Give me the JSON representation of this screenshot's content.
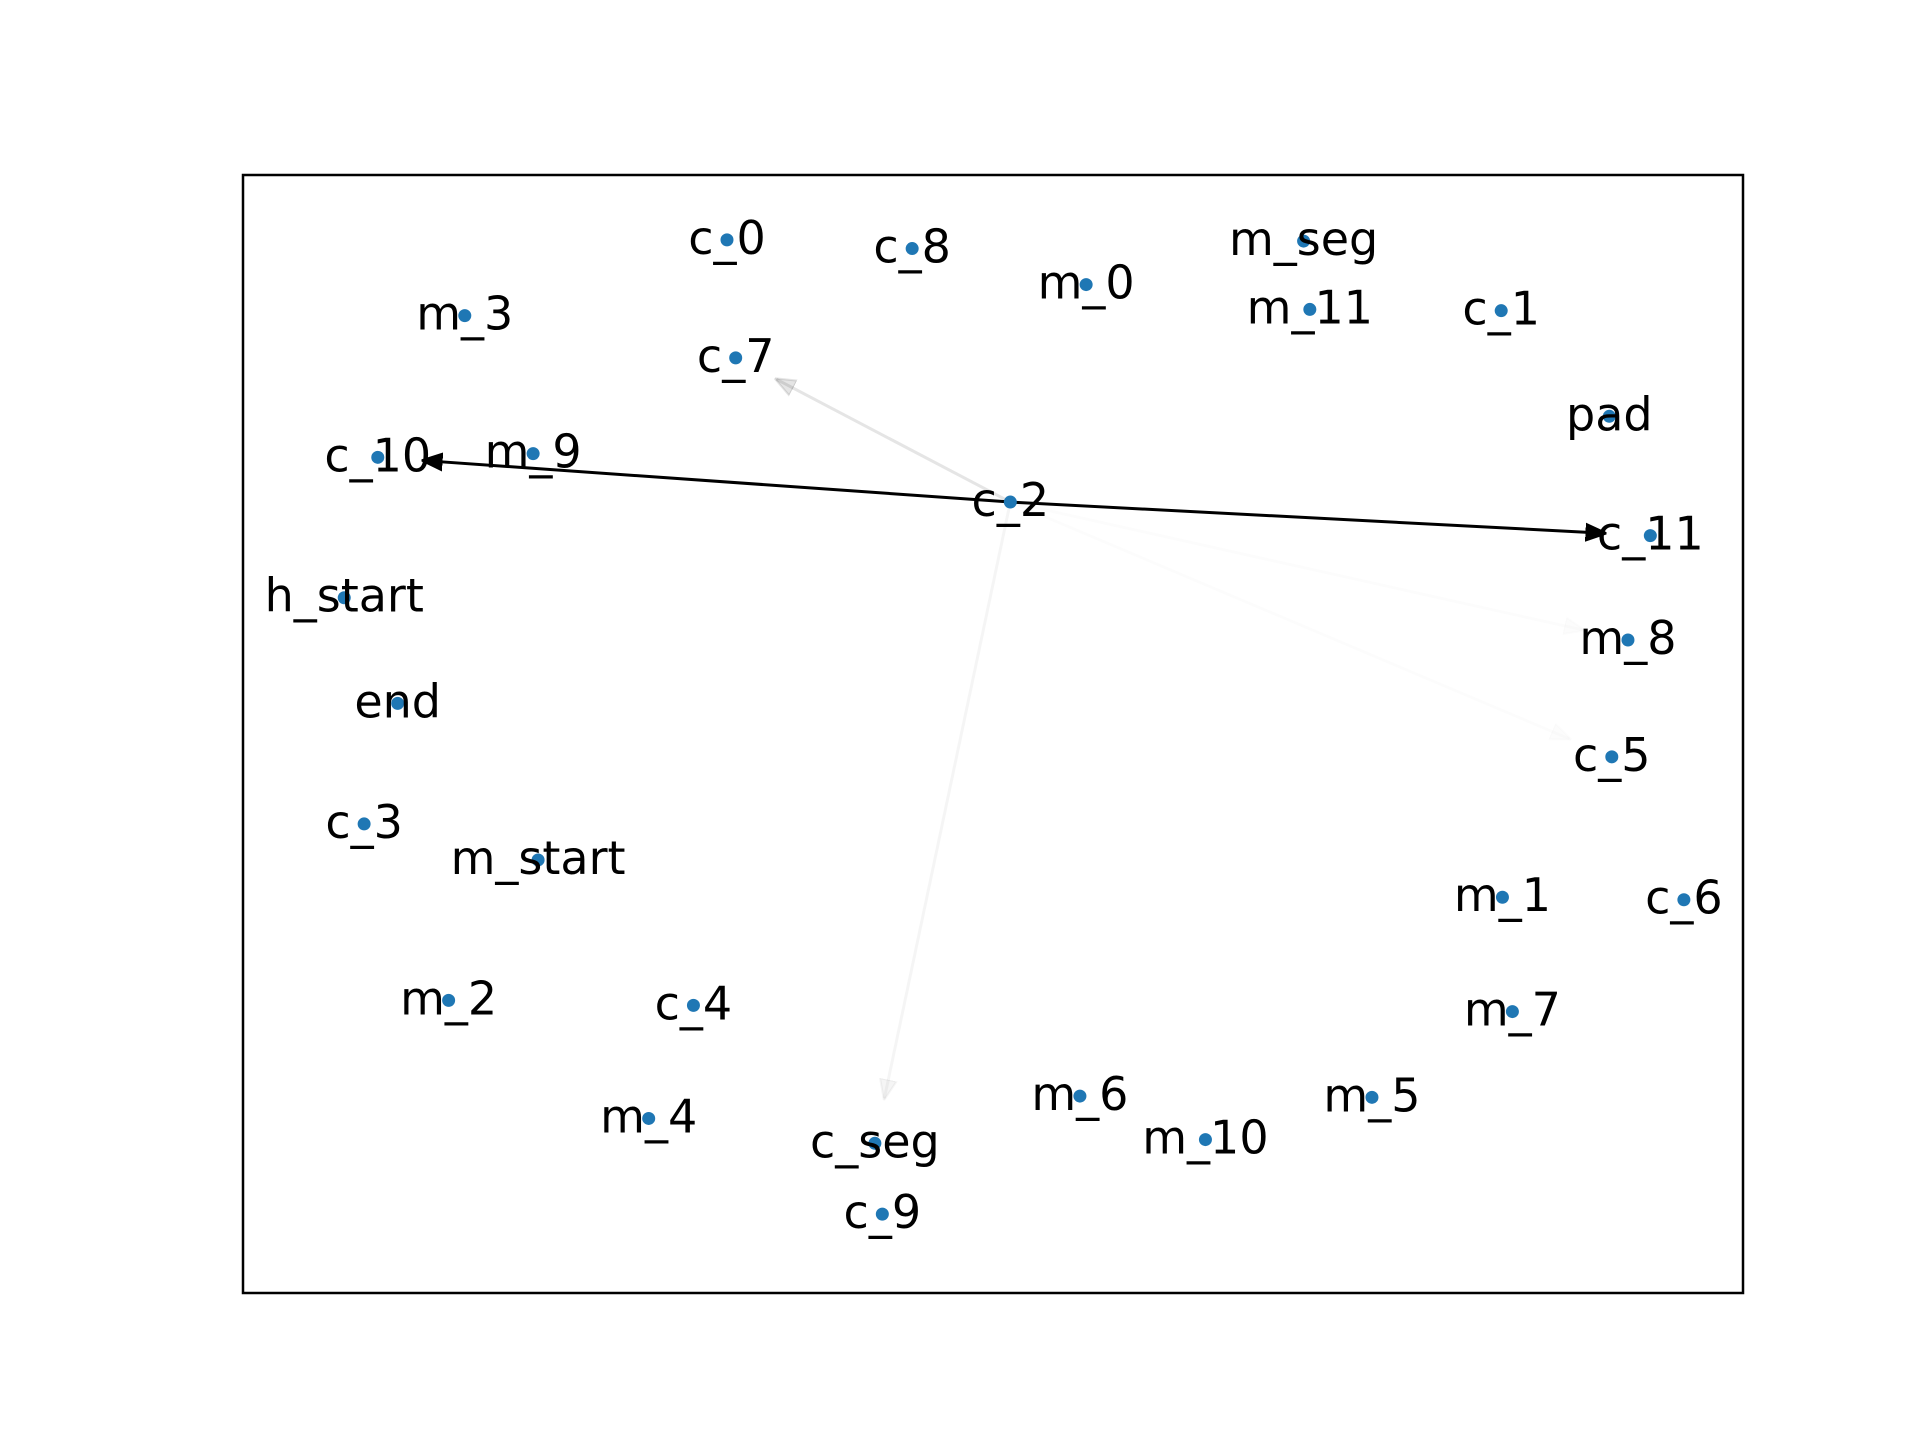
{
  "colors": {
    "node": "#1f77b4",
    "edge_strong": "#000000",
    "frame": "#000000",
    "background": "#ffffff"
  },
  "nodes": [
    {
      "id": "c_0",
      "label": "c_0"
    },
    {
      "id": "c_8",
      "label": "c_8"
    },
    {
      "id": "m_0",
      "label": "m_0"
    },
    {
      "id": "m_seg",
      "label": "m_seg"
    },
    {
      "id": "m_11",
      "label": "m_11"
    },
    {
      "id": "c_1",
      "label": "c_1"
    },
    {
      "id": "m_3",
      "label": "m_3"
    },
    {
      "id": "c_7",
      "label": "c_7"
    },
    {
      "id": "pad",
      "label": "pad"
    },
    {
      "id": "c_10",
      "label": "c_10"
    },
    {
      "id": "m_9",
      "label": "m_9"
    },
    {
      "id": "c_2",
      "label": "c_2"
    },
    {
      "id": "c_11",
      "label": "c_11"
    },
    {
      "id": "h_start",
      "label": "h_start"
    },
    {
      "id": "m_8",
      "label": "m_8"
    },
    {
      "id": "end",
      "label": "end"
    },
    {
      "id": "c_5",
      "label": "c_5"
    },
    {
      "id": "c_3",
      "label": "c_3"
    },
    {
      "id": "m_start",
      "label": "m_start"
    },
    {
      "id": "m_1",
      "label": "m_1"
    },
    {
      "id": "c_6",
      "label": "c_6"
    },
    {
      "id": "m_2",
      "label": "m_2"
    },
    {
      "id": "c_4",
      "label": "c_4"
    },
    {
      "id": "m_7",
      "label": "m_7"
    },
    {
      "id": "m_6",
      "label": "m_6"
    },
    {
      "id": "m_5",
      "label": "m_5"
    },
    {
      "id": "m_4",
      "label": "m_4"
    },
    {
      "id": "m_10",
      "label": "m_10"
    },
    {
      "id": "c_seg",
      "label": "c_seg"
    },
    {
      "id": "c_9",
      "label": "c_9"
    }
  ],
  "edges": [
    {
      "from": "c_2",
      "to": "c_10",
      "strength": 1.0
    },
    {
      "from": "c_2",
      "to": "c_11",
      "strength": 1.0
    },
    {
      "from": "c_2",
      "to": "c_7",
      "strength": 0.1
    },
    {
      "from": "c_2",
      "to": "c_seg",
      "strength": 0.04
    },
    {
      "from": "c_2",
      "to": "m_8",
      "strength": 0.01
    },
    {
      "from": "c_2",
      "to": "c_5",
      "strength": 0.01
    }
  ]
}
